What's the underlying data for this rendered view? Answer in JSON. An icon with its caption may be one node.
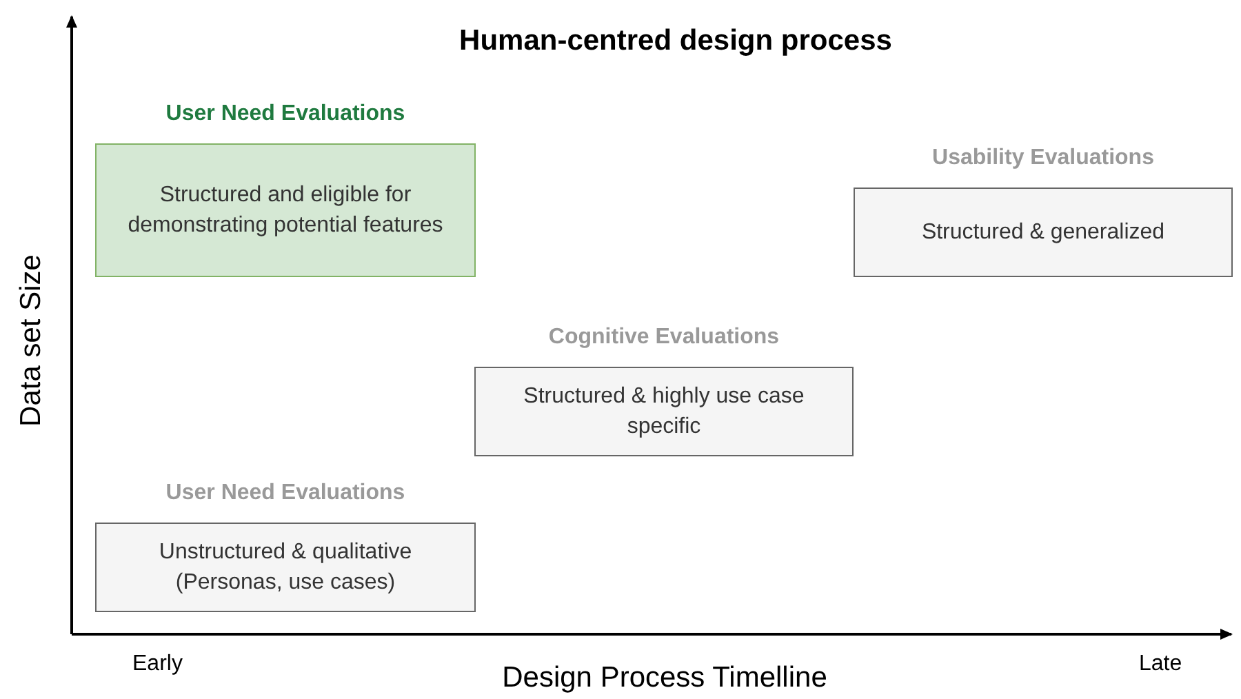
{
  "diagram": {
    "title": "Human-centred design process",
    "nodes": [
      {
        "text": [
          "User Need Evaluations",
          "Structured and eligible for demonstrating potential features"
        ]
      },
      {
        "text": [
          "Usability Evaluations",
          "Structured & generalized"
        ]
      },
      {
        "text": [
          "Cognitive Evaluations",
          "Structured & highly use case specific"
        ]
      },
      {
        "text": [
          "User Need Evaluations",
          "Unstructured & qualitative (Personas, use cases)"
        ]
      }
    ],
    "edges": [],
    "labels": [
      "Data set Size",
      "Early",
      "Design Process Timelline",
      "Late"
    ]
  }
}
